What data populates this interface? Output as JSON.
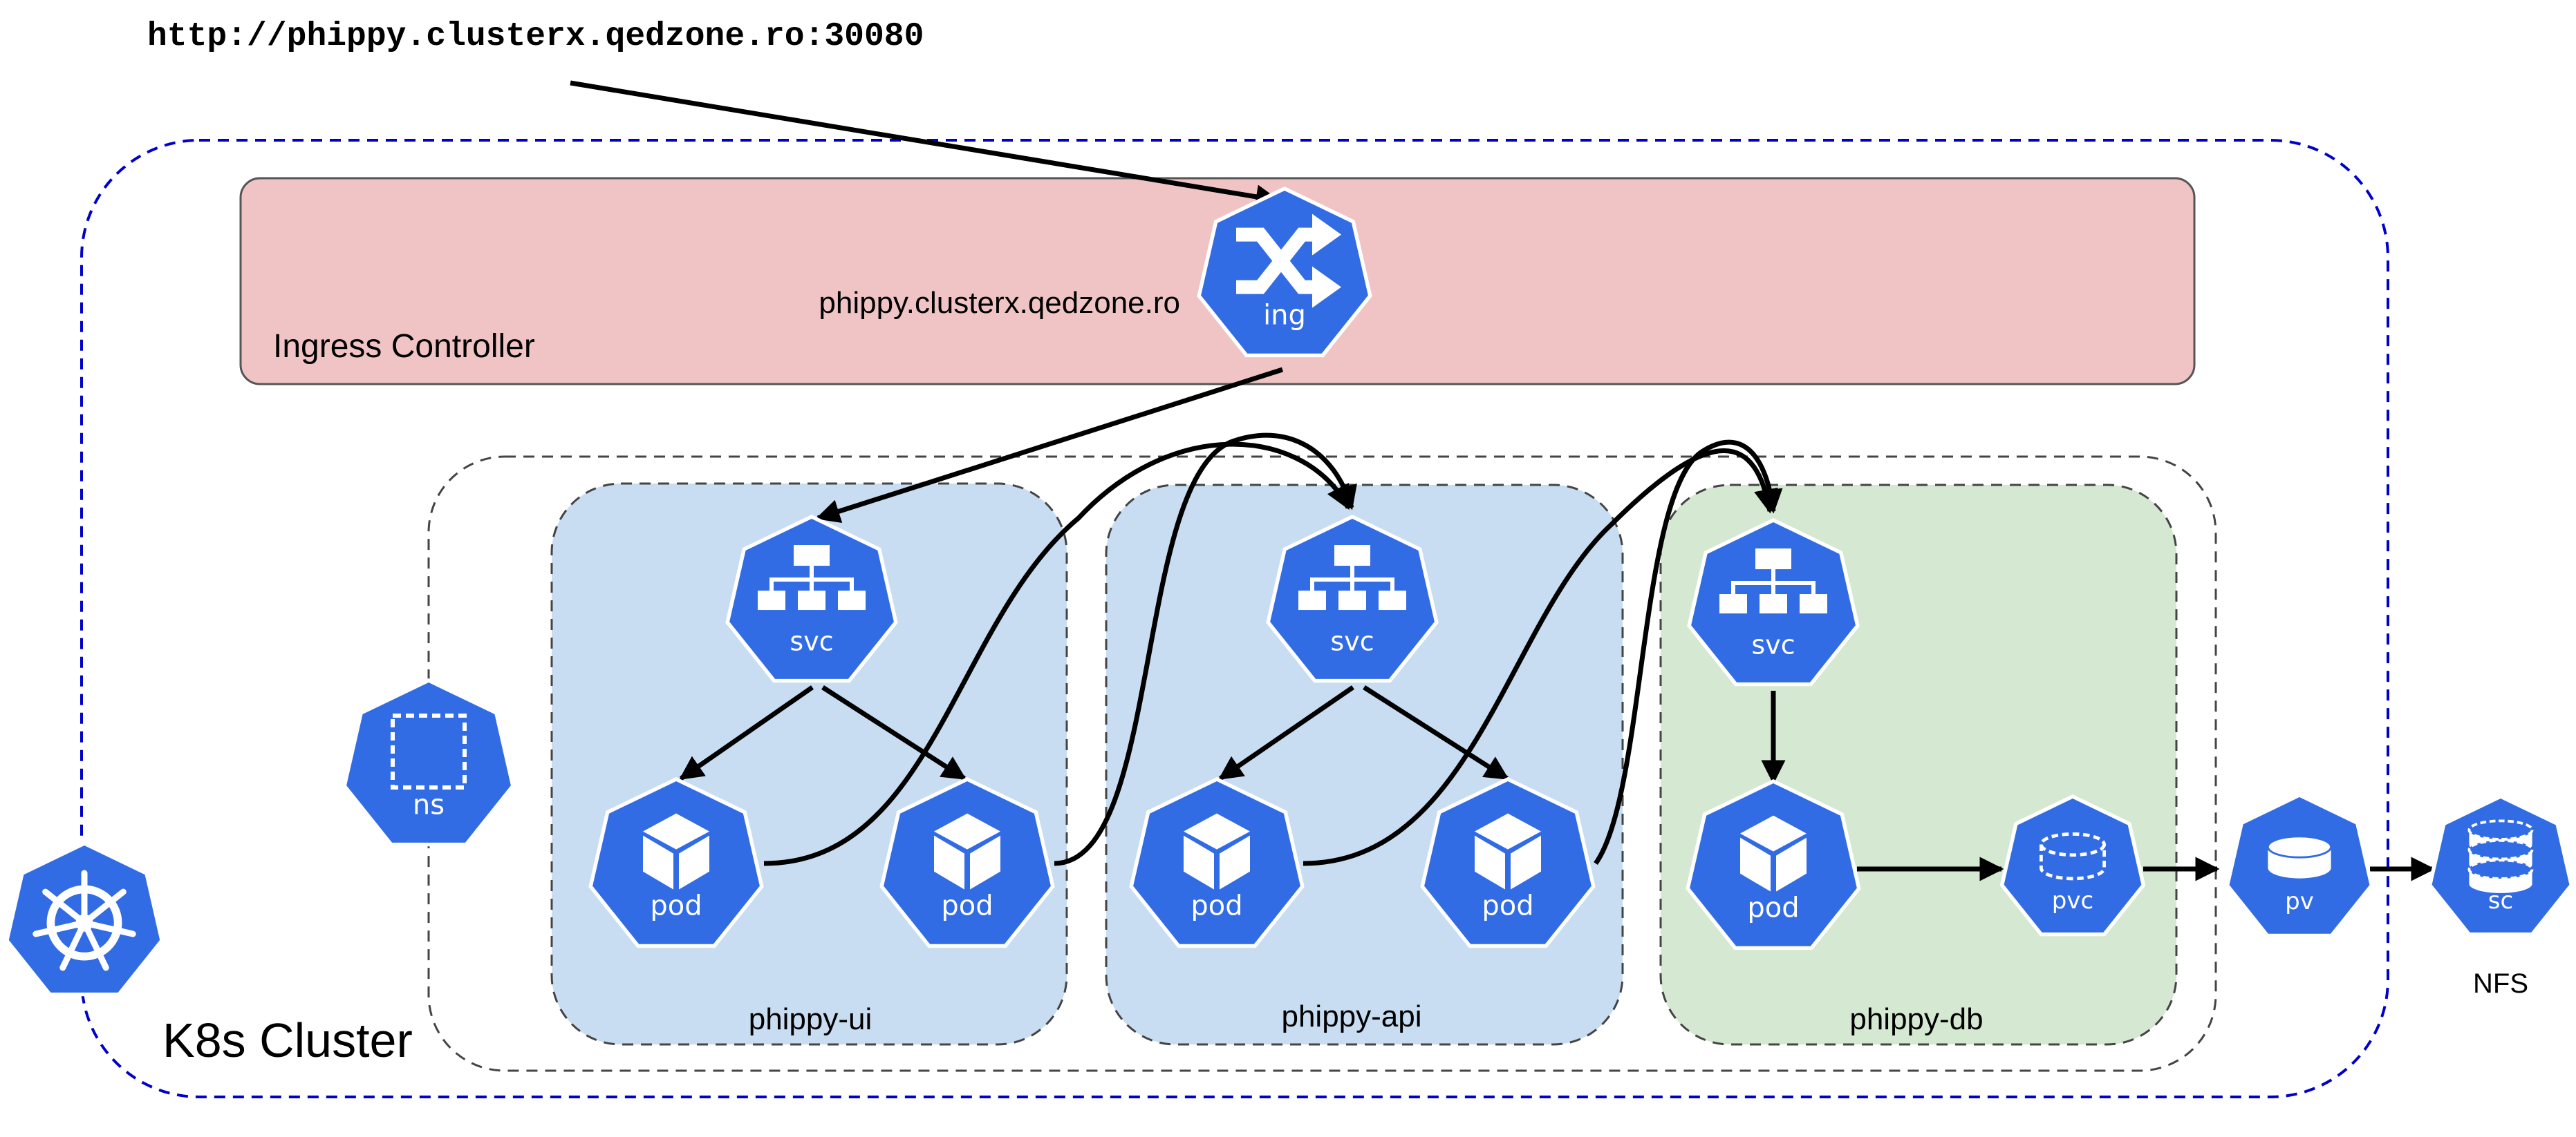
{
  "url": "http://phippy.clusterx.qedzone.ro:30080",
  "cluster": {
    "label": "K8s Cluster"
  },
  "ingress": {
    "label": "Ingress Controller",
    "host": "phippy.clusterx.qedzone.ro",
    "icon_label": "ing"
  },
  "namespace": {
    "icon_label": "ns"
  },
  "apps": [
    {
      "name": "phippy-ui",
      "svc": "svc",
      "pods": [
        "pod",
        "pod"
      ]
    },
    {
      "name": "phippy-api",
      "svc": "svc",
      "pods": [
        "pod",
        "pod"
      ]
    },
    {
      "name": "phippy-db",
      "svc": "svc",
      "pods": [
        "pod"
      ]
    }
  ],
  "storage": {
    "pvc": "pvc",
    "pv": "pv",
    "sc": "sc",
    "nfs": "NFS"
  },
  "colors": {
    "k8s_blue": "#326ce5",
    "ingress_fill": "#f0c4c4",
    "ui_fill": "#c8ddf1",
    "api_fill": "#c8ddf1",
    "db_fill": "#d5e8d1",
    "cluster_border": "#0000cc"
  }
}
